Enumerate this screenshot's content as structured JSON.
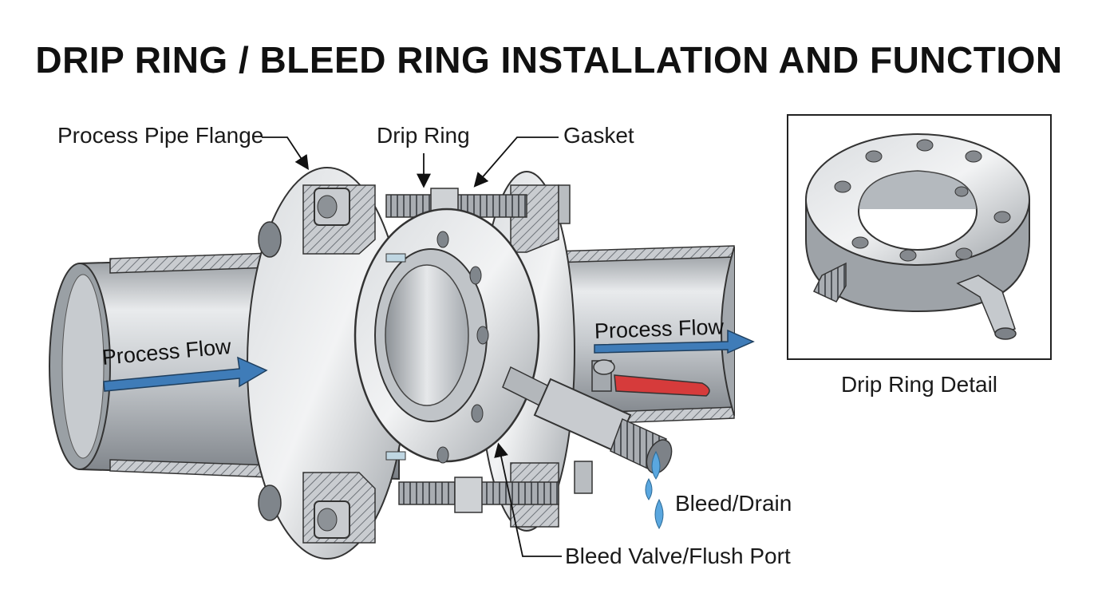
{
  "title": "DRIP RING / BLEED RING INSTALLATION AND FUNCTION",
  "labels": {
    "flange": "Process Pipe Flange",
    "drip_ring": "Drip Ring",
    "gasket": "Gasket",
    "flow_left": "Process Flow",
    "flow_right": "Process Flow",
    "bleed_drain": "Bleed/Drain",
    "bleed_valve": "Bleed Valve/Flush Port",
    "detail_caption": "Drip Ring Detail"
  },
  "colors": {
    "steel_light": "#e4e6e8",
    "steel_mid": "#b9bdc1",
    "steel_dark": "#7d8288",
    "flow_arrow": "#3f7cb8",
    "valve_handle": "#d63b3b",
    "drip": "#5aa7df"
  }
}
